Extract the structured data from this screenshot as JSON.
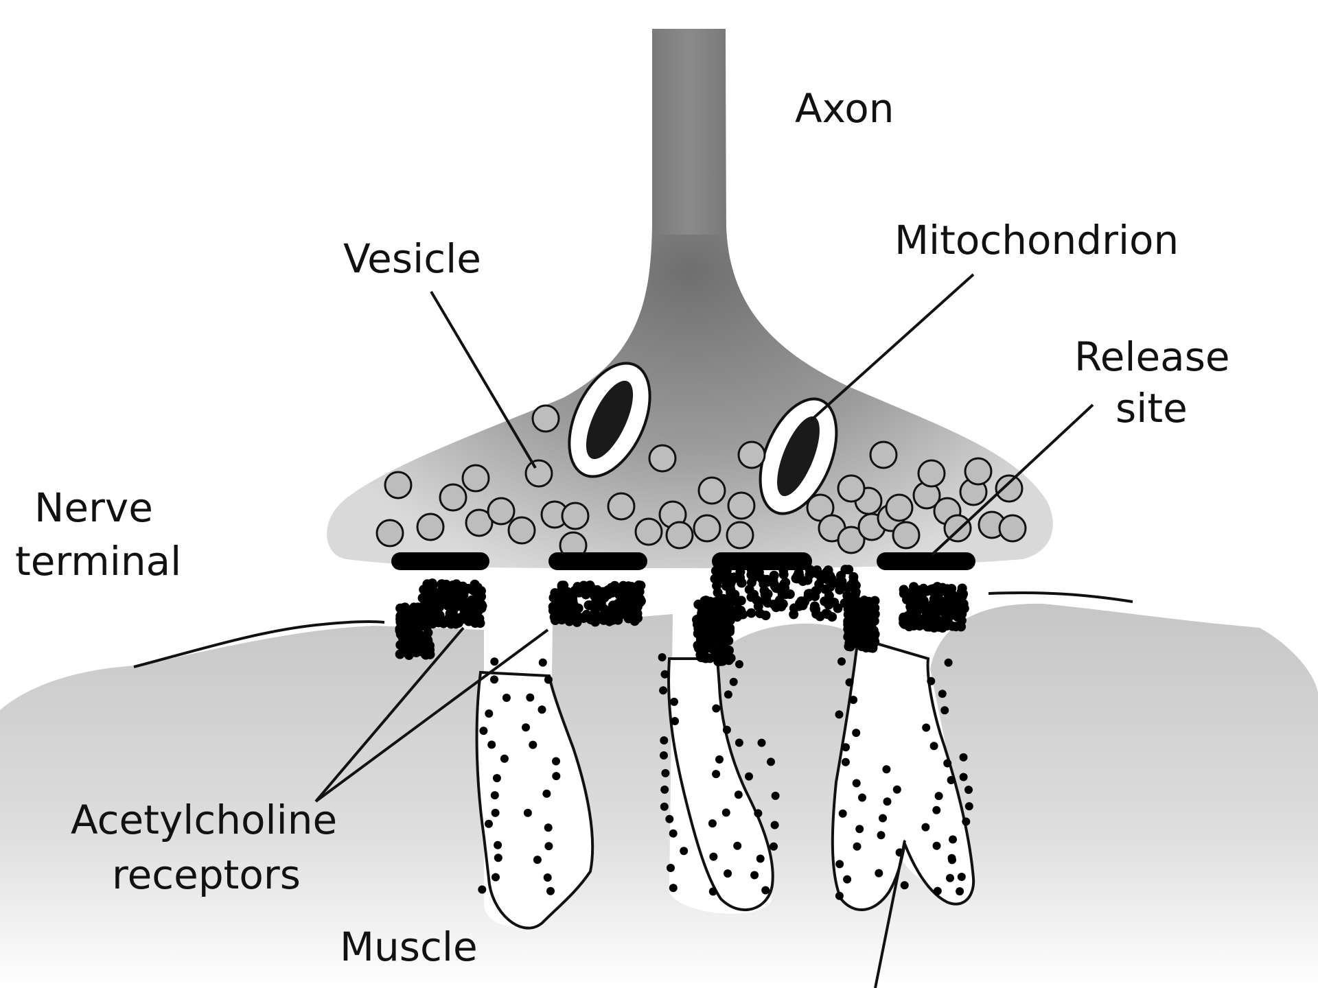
{
  "labels": {
    "axon": "Axon",
    "vesicle": "Vesicle",
    "mitochondrion": "Mitochondrion",
    "release_site_line1": "Release",
    "release_site_line2": "site",
    "nerve_terminal_line1": "Nerve",
    "nerve_terminal_line2": "terminal",
    "ach_receptors_line1": "Acetylcholine",
    "ach_receptors_line2": "receptors",
    "muscle": "Muscle"
  },
  "colors": {
    "ink": "#111111",
    "nerve_dark": "#7f7f7f",
    "nerve_light": "#d2d2d2",
    "vesicle_fill": "#bdbdbd",
    "muscle_top": "#c9c9c9",
    "muscle_bottom": "#ffffff"
  }
}
